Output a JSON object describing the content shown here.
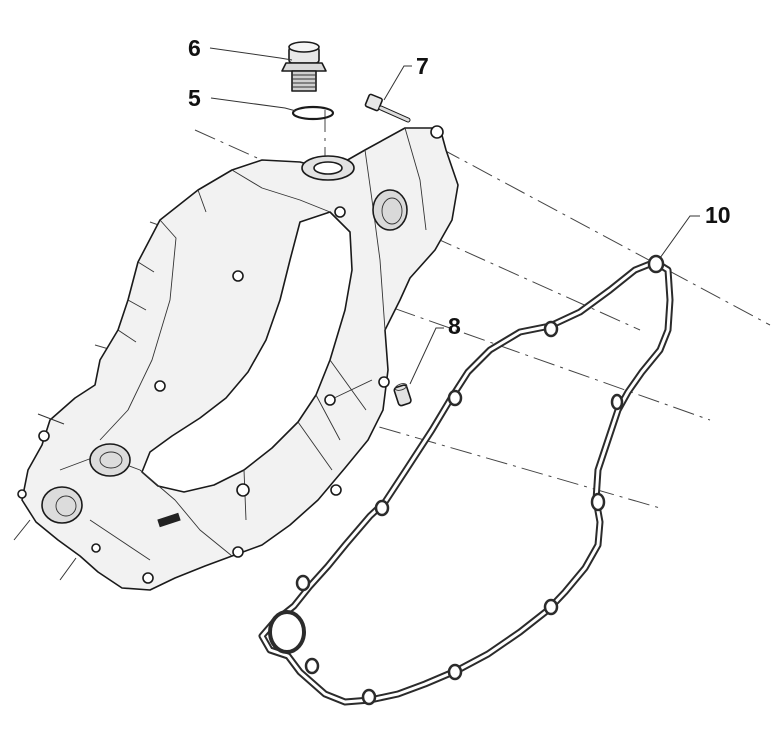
{
  "callouts": {
    "c5": "5",
    "c6": "6",
    "c7": "7",
    "c8": "8",
    "c10": "10"
  },
  "colors": {
    "background": "#ffffff",
    "line": "#1a1a1a",
    "fill_light": "#f3f3f3",
    "fill_mid": "#d6d6d6",
    "gasket_edge": "#2b2b2b"
  }
}
